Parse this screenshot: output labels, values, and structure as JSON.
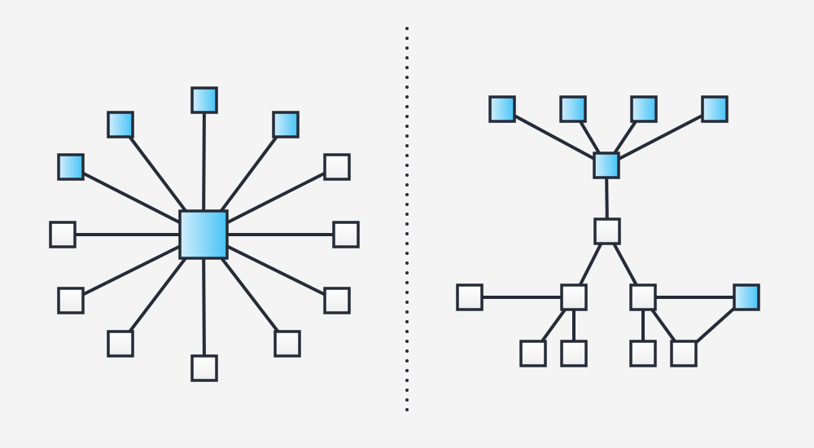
{
  "colors": {
    "background": "#f4f4f4",
    "stroke": "#252b37",
    "highlight_from": "#d4eefc",
    "highlight_to": "#45c3f7",
    "plain_from": "#ffffff",
    "plain_to": "#eeeeee"
  },
  "diagrams": [
    {
      "name": "star-network",
      "nodes": [
        {
          "id": "hub",
          "style": "highlight"
        },
        {
          "id": "s-top",
          "style": "highlight"
        },
        {
          "id": "s-upper-left",
          "style": "highlight"
        },
        {
          "id": "s-left-top",
          "style": "highlight"
        },
        {
          "id": "s-upper-right",
          "style": "highlight"
        },
        {
          "id": "s-right-top",
          "style": "plain"
        },
        {
          "id": "s-left",
          "style": "plain"
        },
        {
          "id": "s-right",
          "style": "plain"
        },
        {
          "id": "s-left-bottom",
          "style": "plain"
        },
        {
          "id": "s-right-bottom",
          "style": "plain"
        },
        {
          "id": "s-lower-left",
          "style": "plain"
        },
        {
          "id": "s-lower-right",
          "style": "plain"
        },
        {
          "id": "s-bottom",
          "style": "plain"
        }
      ],
      "edges": [
        [
          "hub",
          "s-top"
        ],
        [
          "hub",
          "s-upper-left"
        ],
        [
          "hub",
          "s-left-top"
        ],
        [
          "hub",
          "s-upper-right"
        ],
        [
          "hub",
          "s-right-top"
        ],
        [
          "hub",
          "s-left"
        ],
        [
          "hub",
          "s-right"
        ],
        [
          "hub",
          "s-left-bottom"
        ],
        [
          "hub",
          "s-right-bottom"
        ],
        [
          "hub",
          "s-lower-left"
        ],
        [
          "hub",
          "s-lower-right"
        ],
        [
          "hub",
          "s-bottom"
        ]
      ]
    },
    {
      "name": "tree-network",
      "nodes": [
        {
          "id": "t-top-1",
          "style": "highlight"
        },
        {
          "id": "t-top-2",
          "style": "highlight"
        },
        {
          "id": "t-top-3",
          "style": "highlight"
        },
        {
          "id": "t-top-4",
          "style": "highlight"
        },
        {
          "id": "t-hub",
          "style": "highlight"
        },
        {
          "id": "t-mid",
          "style": "plain"
        },
        {
          "id": "t-left-branch",
          "style": "plain"
        },
        {
          "id": "t-right-branch",
          "style": "plain"
        },
        {
          "id": "t-far-left",
          "style": "plain"
        },
        {
          "id": "t-far-right",
          "style": "highlight"
        },
        {
          "id": "t-leaf-1",
          "style": "plain"
        },
        {
          "id": "t-leaf-2",
          "style": "plain"
        },
        {
          "id": "t-leaf-3",
          "style": "plain"
        },
        {
          "id": "t-leaf-4",
          "style": "plain"
        }
      ],
      "edges": [
        [
          "t-hub",
          "t-top-1"
        ],
        [
          "t-hub",
          "t-top-2"
        ],
        [
          "t-hub",
          "t-top-3"
        ],
        [
          "t-hub",
          "t-top-4"
        ],
        [
          "t-hub",
          "t-mid"
        ],
        [
          "t-mid",
          "t-left-branch"
        ],
        [
          "t-mid",
          "t-right-branch"
        ],
        [
          "t-left-branch",
          "t-far-left"
        ],
        [
          "t-left-branch",
          "t-leaf-1"
        ],
        [
          "t-left-branch",
          "t-leaf-2"
        ],
        [
          "t-right-branch",
          "t-far-right"
        ],
        [
          "t-right-branch",
          "t-leaf-3"
        ],
        [
          "t-right-branch",
          "t-leaf-4"
        ],
        [
          "t-leaf-4",
          "t-far-right"
        ]
      ]
    }
  ]
}
